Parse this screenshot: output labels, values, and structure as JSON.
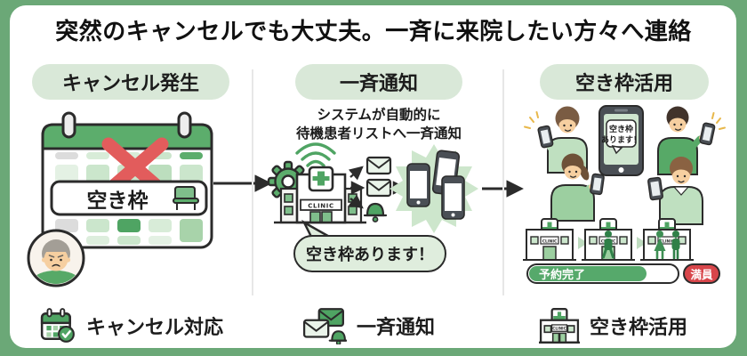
{
  "title": "突然のキャンセルでも大丈夫。一斉に来院したい方々へ連絡",
  "panel_cancel": {
    "badge": "キャンセル発生",
    "slot_label": "空き枠"
  },
  "panel_notify": {
    "badge": "一斉通知",
    "desc_line1": "システムが自動的に",
    "desc_line2": "待機患者リストへ一斉通知",
    "clinic_sign": "CLINIC",
    "bubble": "空き枠あります！"
  },
  "panel_use": {
    "badge": "空き枠活用",
    "phone_bubble_line1": "空き枠",
    "phone_bubble_line2": "あります！",
    "clinic_sign": "CLINIC",
    "progress_label": "予約完了",
    "full_label": "満員"
  },
  "legend": {
    "items": [
      {
        "label": "キャンセル対応",
        "icon": "calendar-check-icon"
      },
      {
        "label": "一斉通知",
        "icon": "envelope-bell-icon"
      },
      {
        "label": "空き枠活用",
        "icon": "clinic-icon"
      }
    ]
  },
  "colors": {
    "frame_green": "#6BA877",
    "badge_bg": "#D9E8D8",
    "green_main": "#5CAD6C",
    "green_dark": "#4FA463",
    "green_light": "#CBE6CC",
    "red_x": "#E25C5C",
    "red_full": "#D8464B",
    "bubble_bg": "#DFEDDD",
    "starburst": "#CDE6CC",
    "phone_dark": "#4A4F55",
    "ink": "#2B2B2B"
  }
}
